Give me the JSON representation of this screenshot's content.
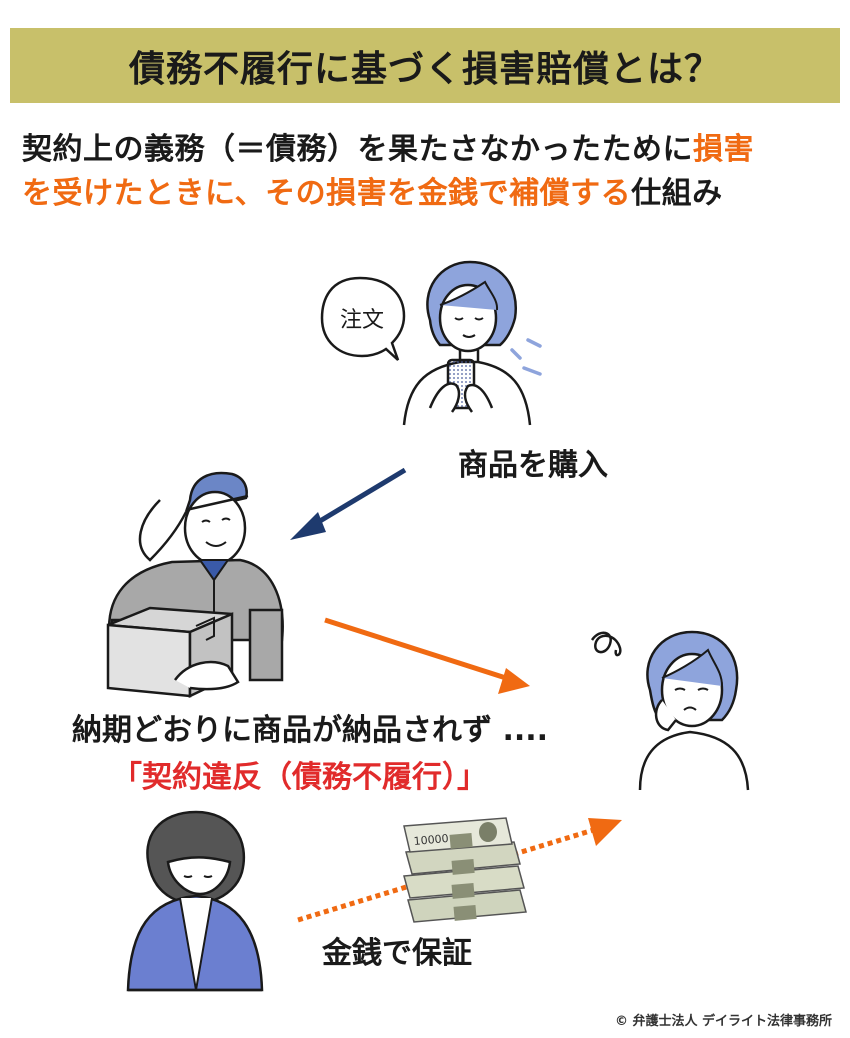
{
  "title": "債務不履行に基づく損害賠償とは？",
  "lead": {
    "line1_a": "契約上の義務（＝債務）を果たさなかったために",
    "line1_hl": "損害",
    "line2_hl": "を受けたときに、その損害を金銭で補償する",
    "line2_b": "仕組み"
  },
  "speech_bubble": "注文",
  "labels": {
    "buy": "商品を購入",
    "delay": "納期どおりに商品が納品されず ....",
    "breach": "「契約違反（債務不履行）」",
    "money": "金銭で保証"
  },
  "banknote_text": "10000",
  "copyright": "© 弁護士法人 デイライト法律事務所",
  "colors": {
    "title_bg": "#c8c06a",
    "highlight": "#f06a12",
    "breach_red": "#e12b2b",
    "navy_arrow": "#1e3a6e",
    "hair_blue": "#8ea4dc",
    "shirt_gray": "#a8a8a8"
  }
}
